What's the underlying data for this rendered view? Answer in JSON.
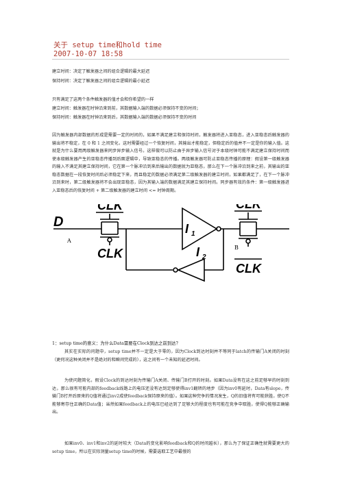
{
  "header": {
    "title": "关于 setup time和hold time",
    "date": "2007-10-07 18:58"
  },
  "definitions": [
    "建立时间：决定了触发器之间的组合逻辑的最大延迟",
    "保持时间：决定了触发器之间的组合逻辑的最小延迟"
  ],
  "conditions": [
    "只有满足了这两个条件触发器的值才会和你希望的一样",
    "建立时间：触发器在时钟沿来到前，其数据输入端的数据必须保持不变的时间；",
    "保持时间：触发器在时钟沿来到后，其数据输入端的数据必须保持不变的时间"
  ],
  "paragraph1": "因为触发器内部数据的形成是需要一定的时间的，如果不满足建立和保持时间，触发器将进入亚稳态，进入亚稳态后触发器的输出将不稳定，在 0 和 1 之间变化，这时需要经过一个恢复时间，其输出才能稳定，但稳定后的值并不一定是你的输入值。这就是为什么要用两级触发器来同步异步输入信号。这样做可以防止由于异步输入信号对于本级时钟可能不满足建立保持时间而使本级触发器产生的亚稳态传播到后面逻辑中，导致亚稳态的传播。两级触发器可防止亚稳态传播的原理：假设第一级触发器的输入不满足其建立保持时间，它在第一个脉冲沿到来后输出的数据就为亚稳态，那么在下一个脉冲沿到来之前，其输出的亚稳态数据在一段恢复时间后必须稳定下来，而且稳定的数据必须满足第二级触发器的建立时间，如果都满足了，在下一个脉冲沿到来时，第二级触发器将不会出现亚稳态，因为其输入端的数据满足其建立保持时间。同步器有效的条件：第一级触发器进入亚稳态后的恢复时间 + 第二级触发器的建立时间 <= 时钟周期。",
  "circuit": {
    "clk_label": "CLK",
    "input_label": "D",
    "node_a": "A",
    "node_b": "B",
    "inv1": "I",
    "inv1_sub": "1",
    "inv2": "I",
    "inv2_sub": "2"
  },
  "q1": "1：setup time的意义：为什么Data需要在Clock到达之前到达？",
  "paragraph2": "其实在实际的问题中，setup time并不一定是大于零的，因为Clock到达时刻并不等同于latch的传输门A关闭的时刻（更何况这种关闭并不是绝对的和瞬间完成的），这之间有一个未知的延迟时间。",
  "paragraph3": "为使问题简化，假设Clock的到达时刻为传输门A关闭、传输门B打开的时刻。如果Data没有在这之前足够早的时刻到达，那么很有可能内部的feedback线路上的电压还没有达到足够使得inv1翻转的地步（因为inv0有延时，Data有slope，传输门B打开后原来的Q值将通过inv2成使feedback保持原来的值）。如果这种完争的情况发生，Q的旧值将有可能获胜，使Q不能够寄存住正确的Data值；当然如果feedback上的电压已经达到了足够大的程度也有可能在竞争中取胜，使得Q能够正确输出。",
  "paragraph4": "如果inv0、inv1和inv2的延时较大（Data的变化影响feedback和Q的时间越长），那么为了保证正确性就需要更大的setup time，所以在实际测量setup time的时候，需要选取工艺中最慢的"
}
